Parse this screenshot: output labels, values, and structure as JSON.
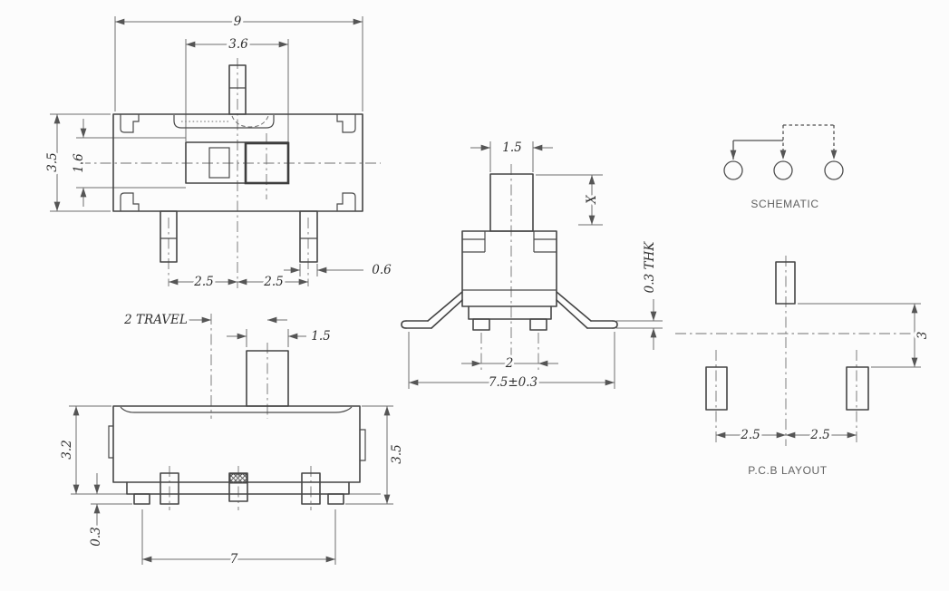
{
  "drawing": {
    "top_view": {
      "dim_width": "9",
      "dim_slot_width": "3.6",
      "dim_depth": "3.5",
      "dim_inner": "1.6",
      "dim_pitch_left": "2.5",
      "dim_pitch_right": "2.5",
      "dim_pin_width": "0.6"
    },
    "front_view": {
      "travel_label": "2 TRAVEL",
      "dim_knob_width": "1.5",
      "dim_height_left": "3.2",
      "dim_height_right": "3.5",
      "dim_standoff": "0.3",
      "dim_feet_span": "7"
    },
    "side_view": {
      "dim_knob_width": "1.5",
      "dim_knob_height": "X",
      "dim_lead_thickness": "0.3 THK",
      "dim_pin_pitch": "2",
      "dim_lead_span": "7.5±0.3"
    },
    "schematic": {
      "label": "SCHEMATIC"
    },
    "pcb_layout": {
      "label": "P.C.B LAYOUT",
      "dim_vertical": "3",
      "dim_pitch_left": "2.5",
      "dim_pitch_right": "2.5"
    }
  }
}
